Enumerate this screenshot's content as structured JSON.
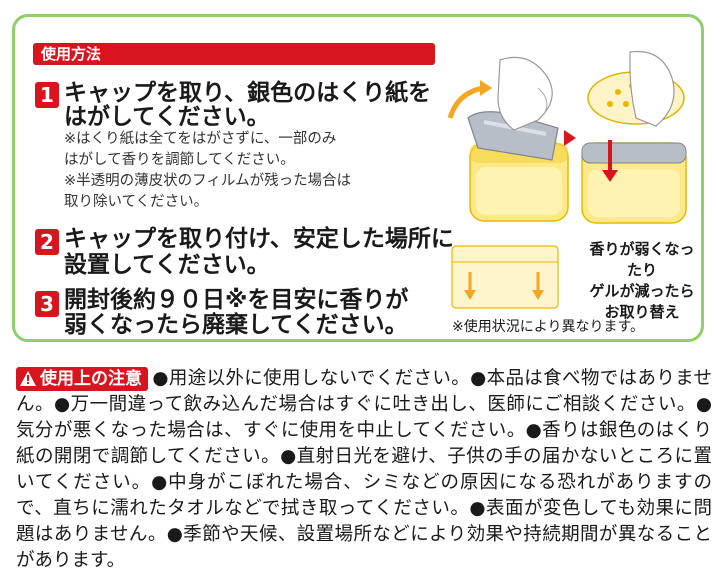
{
  "usage": {
    "header": "使用方法",
    "steps": [
      {
        "num": "1",
        "lines": [
          "キャップを取り、銀色のはくり紙を",
          "はがしてください。"
        ]
      },
      {
        "num": "2",
        "lines": [
          "キャップを取り付け、安定した場所に",
          "設置してください。"
        ]
      },
      {
        "num": "3",
        "lines": [
          "開封後約９０日※を目安に香りが",
          "弱くなったら廃棄してください。"
        ]
      }
    ],
    "step1_notes": [
      "※はくり紙は全てをはがさずに、一部のみ",
      "はがして香りを調節してください。",
      "※半透明の薄皮状のフィルムが残った場合は",
      "取り除いてください。"
    ]
  },
  "illustration": {
    "replace_lines": [
      "香りが弱くなったり",
      "ゲルが減ったら",
      "お取り替え"
    ],
    "footnote": "※使用状況により異なります。",
    "colors": {
      "accent_red": "#d8141e",
      "border_green": "#8fce6a",
      "container_yellow": "#fde98a",
      "arrow_orange": "#f5a623"
    }
  },
  "caution": {
    "badge": "使用上の注意",
    "text": "●用途以外に使用しないでください。●本品は食べ物ではありません。●万一間違って飲み込んだ場合はすぐに吐き出し、医師にご相談ください。●気分が悪くなった場合は、すぐに使用を中止してください。●香りは銀色のはくり紙の開閉で調節してください。●直射日光を避け、子供の手の届かないところに置いてください。●中身がこぼれた場合、シミなどの原因になる恐れがありますので、直ちに濡れたタオルなどで拭き取ってください。●表面が変色しても効果に問題はありません。●季節や天候、設置場所などにより効果や持続期間が異なることがあります。"
  }
}
